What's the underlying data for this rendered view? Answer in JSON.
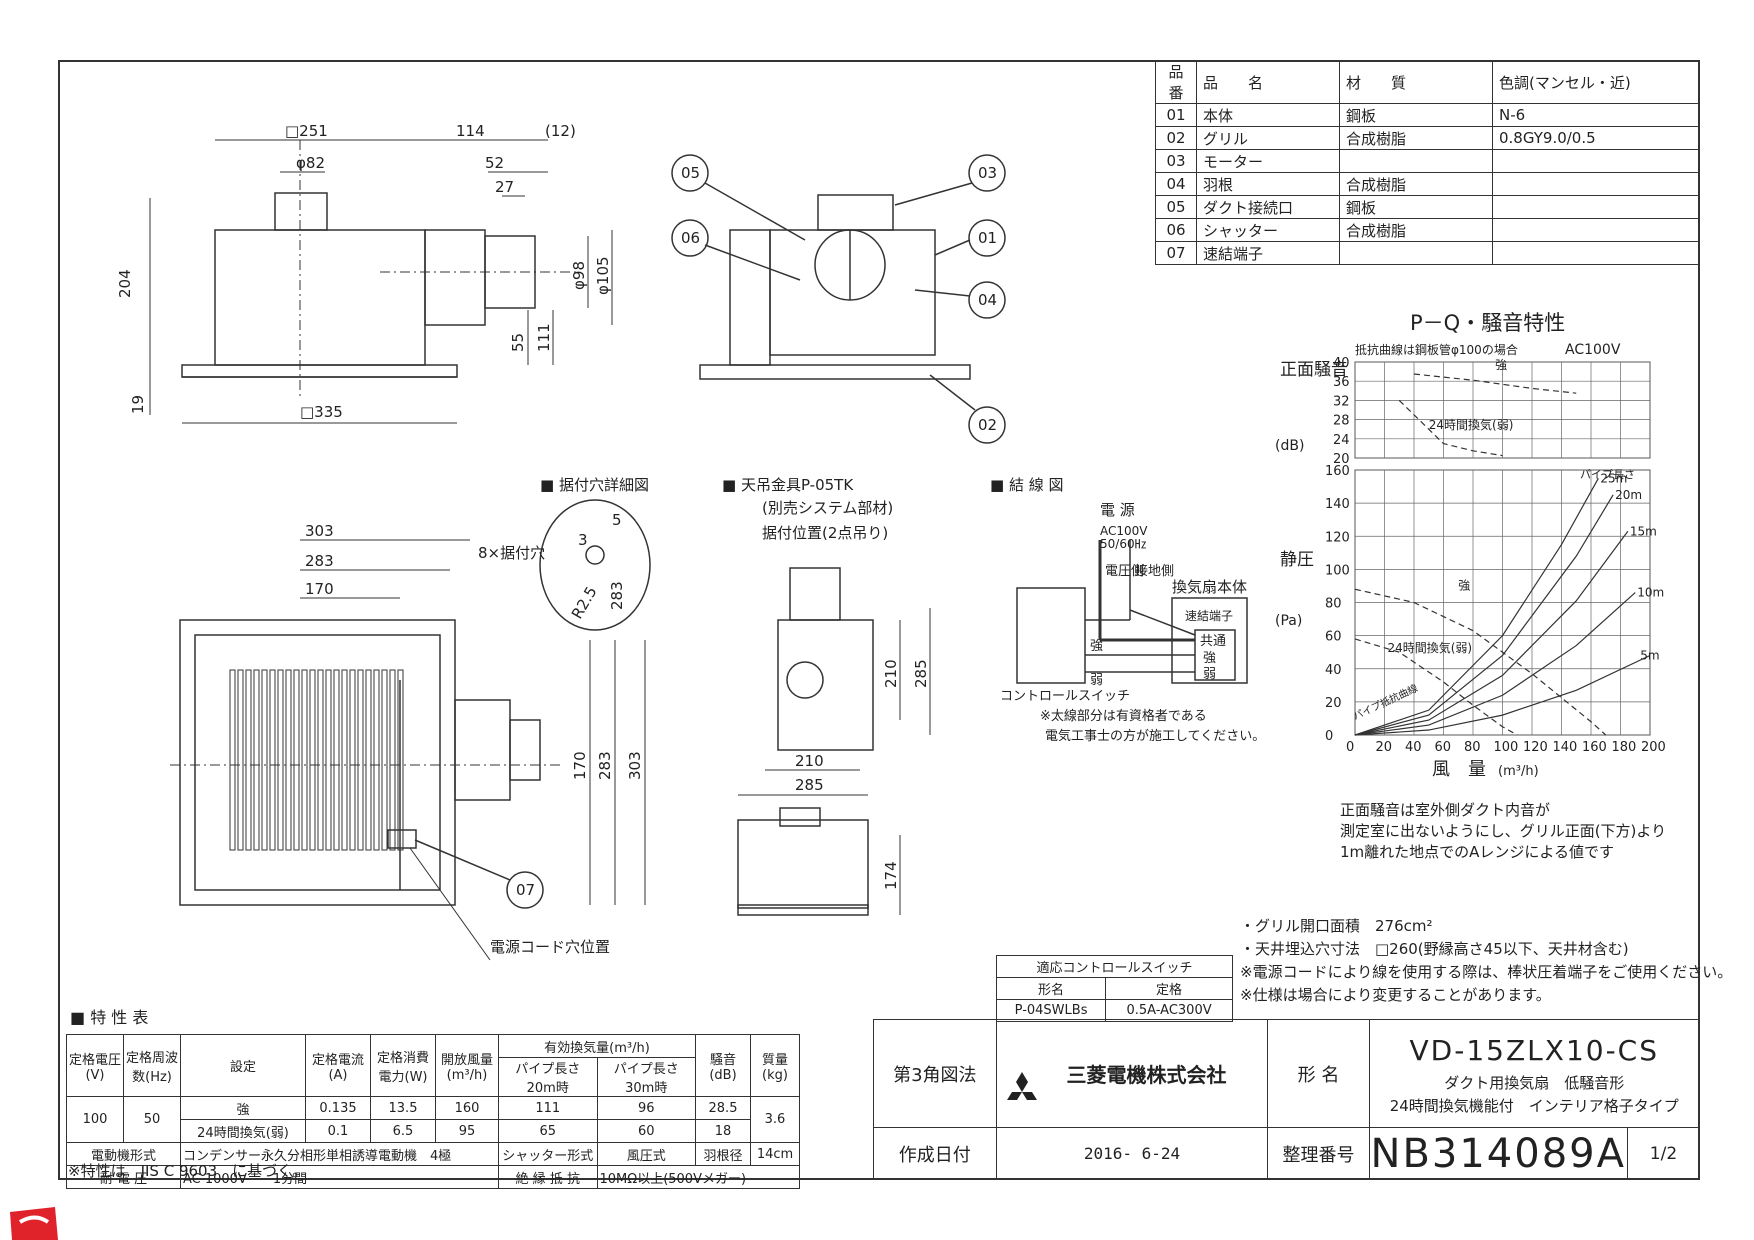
{
  "parts_table": {
    "headers": [
      "品番",
      "品　　名",
      "材　　質",
      "色調(マンセル・近)"
    ],
    "rows": [
      [
        "01",
        "本体",
        "鋼板",
        "N-6"
      ],
      [
        "02",
        "グリル",
        "合成樹脂",
        "0.8GY9.0/0.5"
      ],
      [
        "03",
        "モーター",
        "",
        ""
      ],
      [
        "04",
        "羽根",
        "合成樹脂",
        ""
      ],
      [
        "05",
        "ダクト接続口",
        "鋼板",
        ""
      ],
      [
        "06",
        "シャッター",
        "合成樹脂",
        ""
      ],
      [
        "07",
        "速結端子",
        "",
        ""
      ]
    ]
  },
  "front_view": {
    "d251": "□251",
    "d114": "114",
    "d12": "(12)",
    "d82": "φ82",
    "d52": "52",
    "d27": "27",
    "d204": "204",
    "d98": "φ98",
    "d105": "φ105",
    "d55": "55",
    "d111": "111",
    "d19": "19",
    "d335": "□335"
  },
  "callouts": [
    "05",
    "03",
    "06",
    "01",
    "04",
    "02",
    "07"
  ],
  "bottom_view": {
    "d303": "303",
    "d283": "283",
    "d170": "170",
    "d170v": "170",
    "d283v": "283",
    "d303v": "303",
    "cord": "電源コード穴位置"
  },
  "hole_detail": {
    "title": "■ 据付穴詳細図",
    "holes": "8×据付穴",
    "d5": "5",
    "d3": "3",
    "d283": "283",
    "r25": "R2.5"
  },
  "hanger": {
    "title": "■ 天吊金具P-05TK",
    "sub1": "(別売システム部材)",
    "sub2": "据付位置(2点吊り)",
    "d210v": "210",
    "d285v": "285",
    "d210": "210",
    "d285": "285",
    "d174": "174"
  },
  "wiring": {
    "title": "■ 結 線 図",
    "power": "電 源",
    "voltage": "AC100V",
    "freq": "50/60㎐",
    "live": "電圧側",
    "ground": "接地側",
    "unit": "換気扇本体",
    "terminal": "速結端子",
    "common": "共通",
    "strong": "強",
    "weak": "弱",
    "strong2": "強",
    "weak2": "弱",
    "switch": "コントロールスイッチ",
    "note1": "※太線部分は有資格者である",
    "note2": "電気工事士の方が施工してください。"
  },
  "chart_title": "P－Q・騒音特性",
  "chart_data": [
    {
      "type": "line",
      "title": "",
      "subtitle": "抵抗曲線は鋼板管φ100の場合",
      "note": "AC100V",
      "ylabel": "正面騒音",
      "yunit": "(dB)",
      "ylim": [
        20,
        40
      ],
      "yticks": [
        20,
        24,
        28,
        32,
        36,
        40
      ],
      "xlim": [
        0,
        200
      ],
      "series": [
        {
          "name": "強",
          "x": [
            40,
            80,
            120,
            150
          ],
          "y": [
            37.5,
            36.2,
            34.5,
            33.5
          ]
        },
        {
          "name": "24時間換気(弱)",
          "x": [
            30,
            60,
            80,
            100
          ],
          "y": [
            32,
            23,
            21.5,
            20.5
          ]
        }
      ]
    },
    {
      "type": "line",
      "xlabel": "風　量",
      "xunit": "(m³/h)",
      "ylabel": "静圧",
      "yunit": "(Pa)",
      "xlim": [
        0,
        200
      ],
      "ylim": [
        0,
        160
      ],
      "xticks": [
        0,
        20,
        40,
        60,
        80,
        100,
        120,
        140,
        160,
        180,
        200
      ],
      "yticks": [
        0,
        20,
        40,
        60,
        80,
        100,
        120,
        140,
        160
      ],
      "pipe_label": "パイプ長さ",
      "resistance_label": "パイプ抵抗曲線",
      "series": [
        {
          "name": "強",
          "x": [
            0,
            40,
            80,
            120,
            160,
            170
          ],
          "y": [
            88,
            80,
            63,
            37,
            8,
            0
          ]
        },
        {
          "name": "24時間換気(弱)",
          "x": [
            0,
            30,
            60,
            80,
            100,
            110
          ],
          "y": [
            58,
            50,
            32,
            18,
            5,
            0
          ]
        },
        {
          "name": "5m",
          "x": [
            0,
            50,
            100,
            150,
            200
          ],
          "y": [
            0,
            3,
            12,
            27,
            48
          ]
        },
        {
          "name": "10m",
          "x": [
            0,
            50,
            100,
            150,
            190
          ],
          "y": [
            0,
            6,
            24,
            54,
            86
          ]
        },
        {
          "name": "15m",
          "x": [
            0,
            50,
            100,
            150,
            185
          ],
          "y": [
            0,
            9,
            36,
            81,
            123
          ]
        },
        {
          "name": "20m",
          "x": [
            0,
            50,
            100,
            150,
            175
          ],
          "y": [
            0,
            12,
            48,
            108,
            145
          ]
        },
        {
          "name": "25m",
          "x": [
            0,
            50,
            100,
            140,
            165
          ],
          "y": [
            0,
            15,
            60,
            115,
            155
          ]
        }
      ]
    }
  ],
  "chart_note": [
    "正面騒音は室外側ダクト内音が",
    "測定室に出ないようにし、グリル正面(下方)より",
    "1m離れた地点でのAレンジによる値です"
  ],
  "notes": [
    "・グリル開口面積　276cm²",
    "・天井埋込穴寸法　□260(野縁高さ45以下、天井材含む)",
    "※電源コードにより線を使用する際は、棒状圧着端子をご使用ください。",
    "※仕様は場合により変更することがあります。"
  ],
  "switch_table": {
    "header": "適応コントロールスイッチ",
    "col1": "形名",
    "col2": "定格",
    "model": "P-04SWLBs",
    "rating": "0.5A-AC300V"
  },
  "spec_table": {
    "title": "■ 特 性 表",
    "h": [
      "定格電圧(V)",
      "定格周波数(Hz)",
      "設定",
      "定格電流(A)",
      "定格消費電力(W)",
      "開放風量(m³/h)",
      "有効換気量(m³/h)",
      "騒音(dB)",
      "質量(kg)"
    ],
    "sub": [
      "パイプ長さ20m時",
      "パイプ長さ30m時"
    ],
    "rows": [
      [
        "強",
        "0.135",
        "13.5",
        "160",
        "111",
        "96",
        "28.5"
      ],
      [
        "24時間換気(弱)",
        "0.1",
        "6.5",
        "95",
        "65",
        "60",
        "18"
      ]
    ],
    "voltage": "100",
    "freq": "50",
    "mass": "3.6",
    "motor_label": "電動機形式",
    "motor": "コンデンサー永久分相形単相誘導電動機　4極",
    "shutter_label": "シャッター形式",
    "shutter": "風圧式",
    "blade_label": "羽根径",
    "blade": "14cm",
    "withstand_label": "耐 電 圧",
    "withstand": "AC 1000V　　1分間",
    "insul_label": "絶 縁 抵 抗",
    "insul": "10MΩ以上(500Vメガー)",
    "footnote": "※特性は　JIS C 9603　に基づく。"
  },
  "title_block": {
    "projection": "第3角図法",
    "company": "三菱電機株式会社",
    "model_label": "形 名",
    "model": "VD-15ZLX10-CS",
    "desc1": "ダクト用換気扇　低騒音形",
    "desc2": "24時間換気機能付　インテリア格子タイプ",
    "date_label": "作成日付",
    "date": "2016- 6-24",
    "number_label": "整理番号",
    "number": "NB314089A",
    "page": "1/2"
  },
  "colors": {
    "line": "#333333",
    "logo_red": "#e0222a"
  }
}
